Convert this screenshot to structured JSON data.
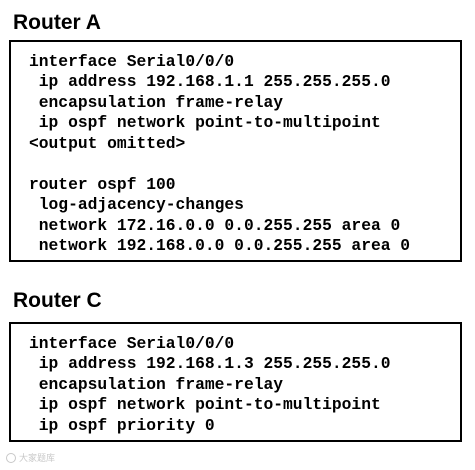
{
  "router_a": {
    "title": "Router A",
    "lines": [
      "interface Serial0/0/0",
      " ip address 192.168.1.1 255.255.255.0",
      " encapsulation frame-relay",
      " ip ospf network point-to-multipoint",
      "<output omitted>",
      "",
      "router ospf 100",
      " log-adjacency-changes",
      " network 172.16.0.0 0.0.255.255 area 0",
      " network 192.168.0.0 0.0.255.255 area 0"
    ]
  },
  "router_c": {
    "title": "Router C",
    "lines": [
      "interface Serial0/0/0",
      " ip address 192.168.1.3 255.255.255.0",
      " encapsulation frame-relay",
      " ip ospf network point-to-multipoint",
      " ip ospf priority 0"
    ]
  },
  "watermark": {
    "icon": "watermark-logo-icon",
    "text": "大家题库"
  }
}
